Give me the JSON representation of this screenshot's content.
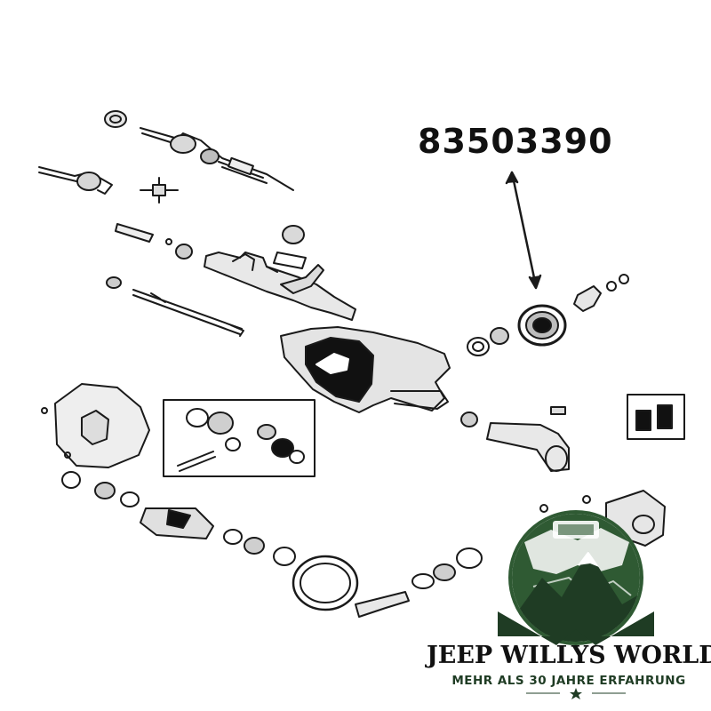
{
  "callout": {
    "part_number": "83503390"
  },
  "brand": {
    "title": "JEEP WILLYS WORLD",
    "subtitle": "MEHR ALS 30 JAHRE ERFAHRUNG"
  },
  "colors": {
    "ink": "#111111",
    "logo_green": "#2f5a33",
    "logo_dark": "#1f3c24",
    "paper": "#ffffff"
  },
  "icons": [
    "double-arrow-icon",
    "jeep-mountain-logo-icon",
    "star-icon",
    "oil-seal-inset-icon"
  ]
}
